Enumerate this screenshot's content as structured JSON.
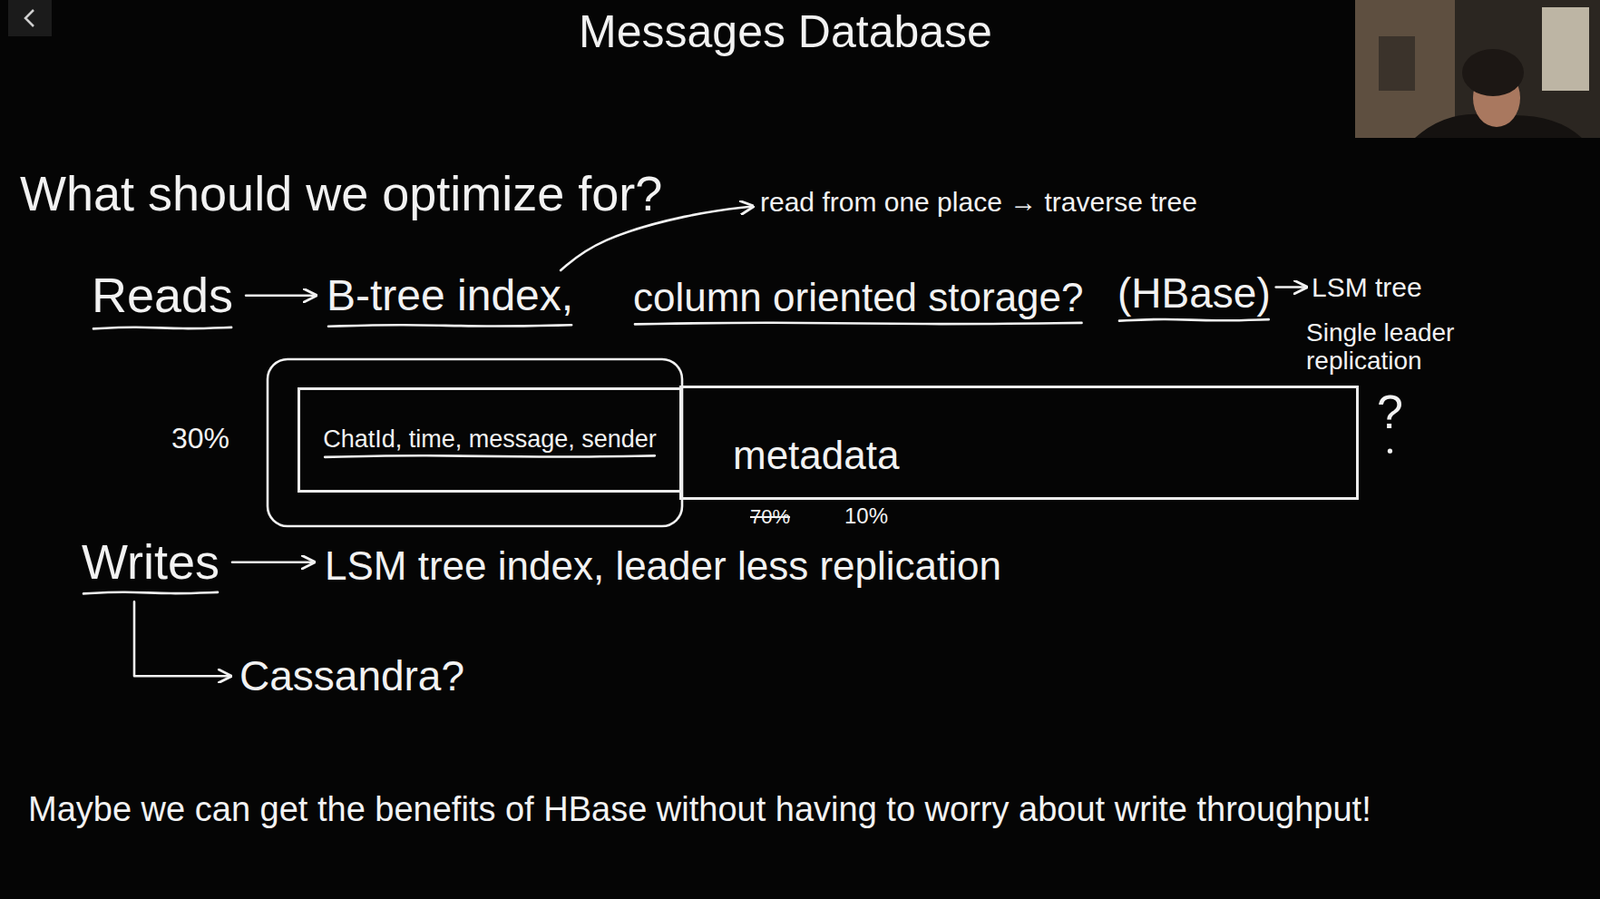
{
  "diagram": {
    "title": "Messages Database",
    "nodes": [
      {
        "text": [
          "ChatId, time, message, sender"
        ]
      },
      {
        "text": [
          "metadata"
        ]
      }
    ],
    "labels": [
      "What should we optimize for?",
      "read from one place → traverse tree",
      "Reads",
      "B-tree index,",
      "column oriented storage?",
      "(HBase)",
      "LSM tree",
      "Single leader replication",
      "30%",
      "?",
      "70%",
      "10%",
      "Writes",
      "LSM tree index, leader less replication",
      "Cassandra?",
      "Maybe we can get the benefits of HBase without having to worry about write throughput!"
    ]
  }
}
